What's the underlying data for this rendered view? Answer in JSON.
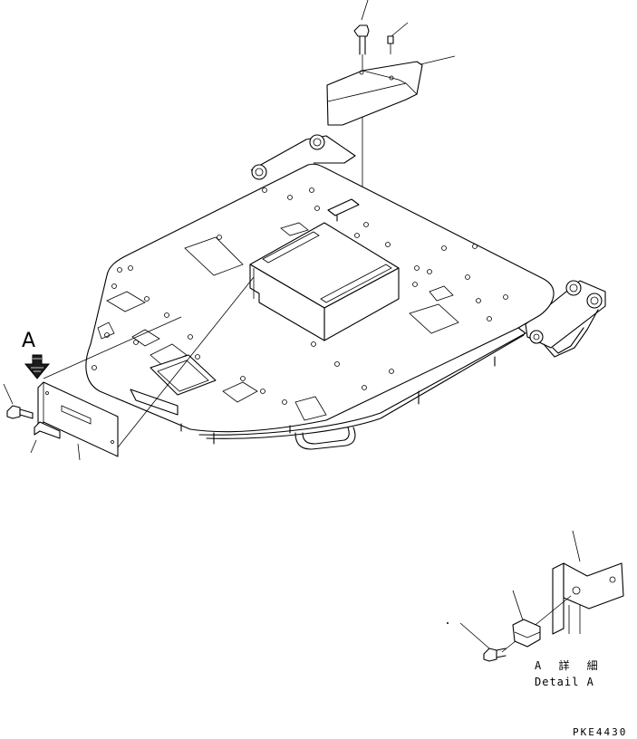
{
  "diagram": {
    "view_label": "A",
    "detail_title_jp": "A 詳 細",
    "detail_title_en": "Detail A",
    "part_code": "PKE4430"
  }
}
